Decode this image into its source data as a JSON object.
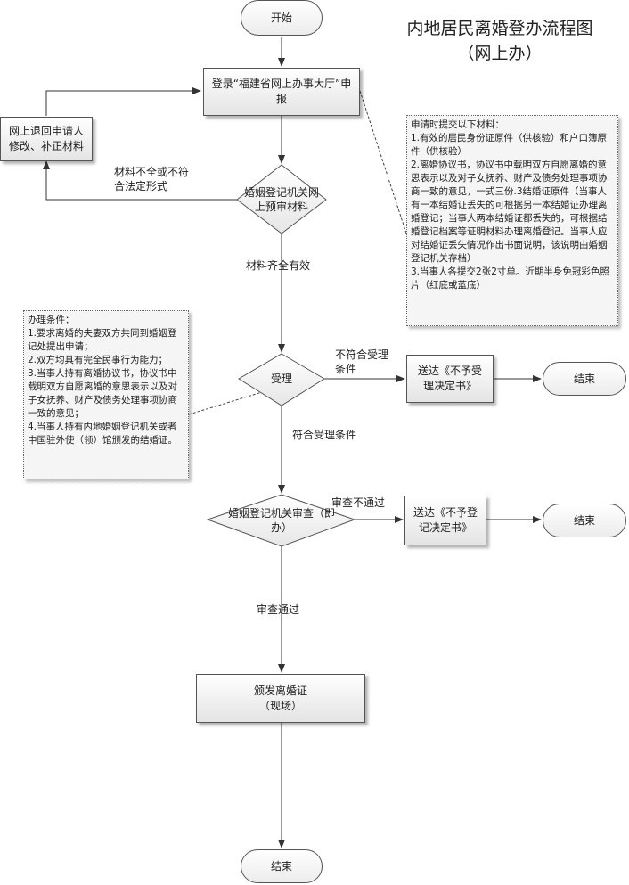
{
  "title": {
    "line1": "内地居民离婚登办流程图",
    "line2": "（网上办）"
  },
  "nodes": {
    "start": "开始",
    "login": "登录“福建省网上办事大厅”申报",
    "return_applicant": "网上退回申请人修改、补正材料",
    "pre_review": "婚姻登记机关网上预审材料",
    "accept": "受理",
    "notice_reject_accept": "送达《不予受理决定书》",
    "end_reject_accept": "结束",
    "review": "婚姻登记机关审查（即办）",
    "notice_reject_register": "送达《不予登记决定书》",
    "end_reject_register": "结束",
    "issue_certificate": "颁发离婚证（现场）",
    "end": "结束"
  },
  "edges": {
    "incomplete": "材料不全或不符合法定形式",
    "complete": "材料齐全有效",
    "not_meet": "不符合受理条件",
    "meet": "符合受理条件",
    "review_fail": "审查不通过",
    "review_pass": "审查通过"
  },
  "notes": {
    "materials": {
      "heading": "申请时提交以下材料：",
      "items": [
        "1.有效的居民身份证原件（供核验）和户口簿原件（供核验）",
        "2.离婚协议书，协议书中载明双方自愿离婚的意思表示以及对子女抚养、财产及债务处理事项协商一致的意见，一式三份.3结婚证原件（当事人有一本结婚证丢失的可根据另一本结婚证办理离婚登记；当事人两本结婚证都丢失的，可根据结婚登记档案等证明材料办理离婚登记。当事人应对结婚证丢失情况作出书面说明，该说明由婚姻登记机关存档）",
        "3.当事人各提交2张2寸单。近期半身免冠彩色照片（红底或蓝底）"
      ]
    },
    "conditions": {
      "heading": "办理条件：",
      "items": [
        "1.要求离婚的夫妻双方共同到婚姻登记处提出申请；",
        "2.双方均具有完全民事行为能力；",
        "3.当事人持有离婚协议书，协议书中载明双方自愿离婚的意思表示以及对子女抚养、财产及债务处理事项协商一致的意见；",
        "4.当事人持有内地婚姻登记机关或者中国驻外使（领）馆颁发的结婚证。"
      ]
    }
  }
}
